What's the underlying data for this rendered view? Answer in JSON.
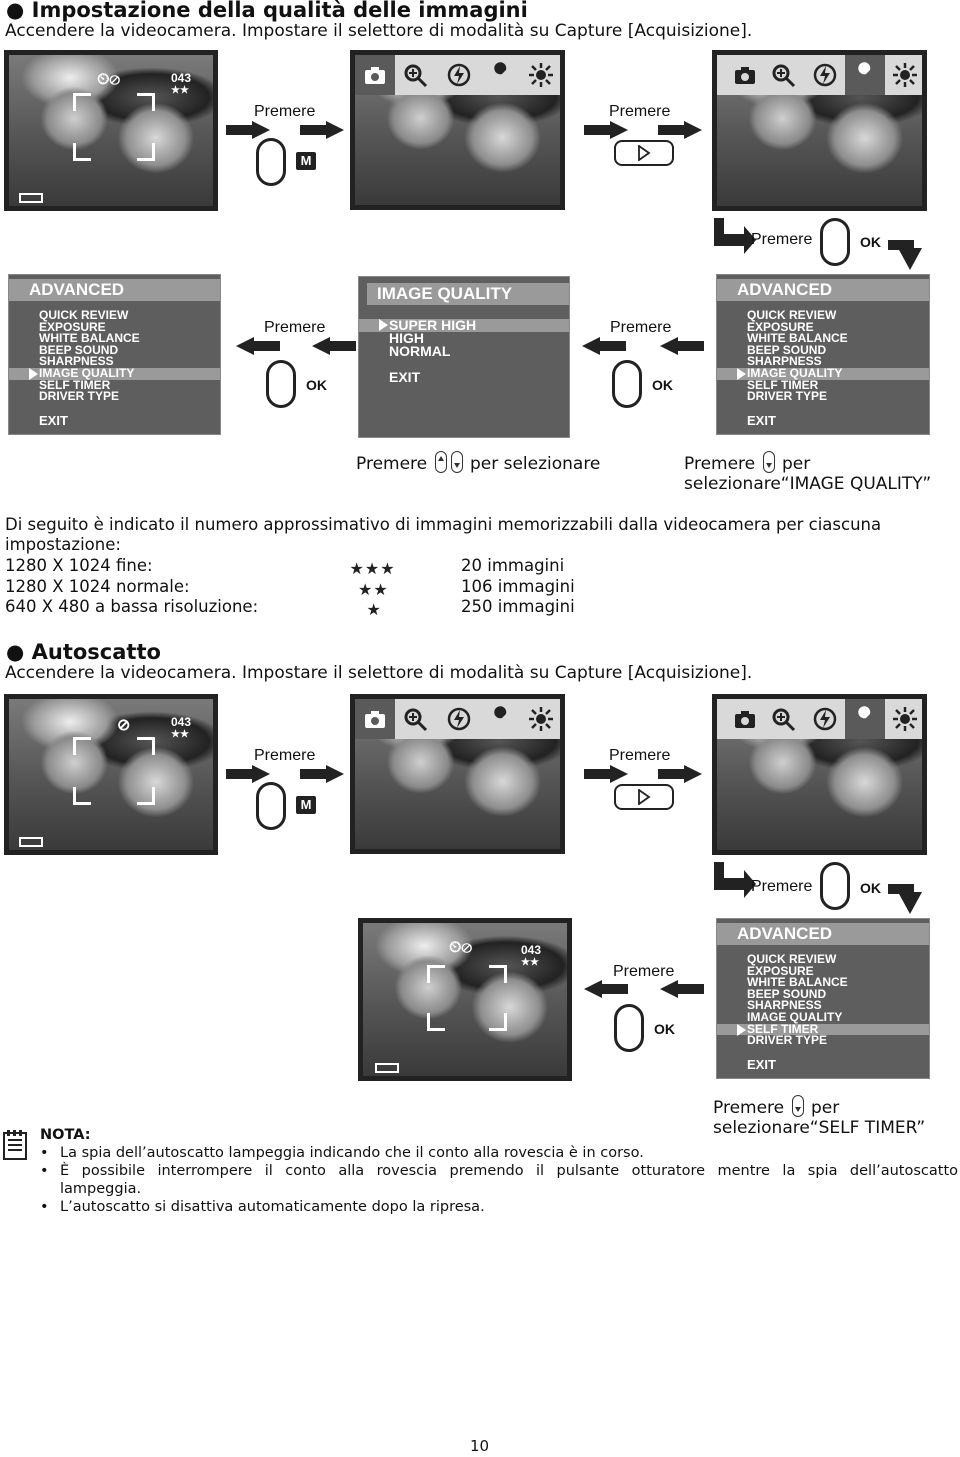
{
  "section1": {
    "heading": "Impostazione della qualità delle immagini",
    "intro": "Accendere la videocamera. Impostare il selettore di modalità su Capture [Acquisizione]."
  },
  "common": {
    "press": "Premere",
    "ok": "OK",
    "m_key": "M",
    "osd_count": "043"
  },
  "menu_advanced": {
    "title": "ADVANCED",
    "items": [
      "QUICK REVIEW",
      "EXPOSURE",
      "WHITE BALANCE",
      "BEEP SOUND",
      "SHARPNESS",
      "IMAGE QUALITY",
      "SELF TIMER",
      "DRIVER TYPE"
    ],
    "exit": "EXIT"
  },
  "menu_quality": {
    "title": "IMAGE QUALITY",
    "items": [
      "SUPER HIGH",
      "HIGH",
      "NORMAL"
    ],
    "exit": "EXIT"
  },
  "captions1": {
    "select": "per selezionare",
    "per": "per",
    "select_iq": "selezionare“IMAGE QUALITY”"
  },
  "table_intro": "Di seguito è indicato il numero approssimativo di immagini memorizzabili dalla videocamera per ciascuna impostazione:",
  "rows": [
    {
      "setting": "1280 X 1024 fine:",
      "stars": 3,
      "count": "20 immagini"
    },
    {
      "setting": "1280 X 1024 normale:",
      "stars": 2,
      "count": "106 immagini"
    },
    {
      "setting": "640 X 480 a bassa risoluzione:",
      "stars": 1,
      "count": "250 immagini"
    }
  ],
  "section2": {
    "heading": "Autoscatto",
    "intro": "Accendere la videocamera. Impostare il selettore di modalità su Capture [Acquisizione]."
  },
  "captions2": {
    "per": "per",
    "select_st": "selezionare“SELF TIMER”"
  },
  "note": {
    "title": "NOTA:",
    "items": [
      "La spia dell’autoscatto lampeggia indicando che il conto alla rovescia è in corso.",
      "È possibile interrompere il conto alla rovescia premendo il pulsante otturatore mentre la spia dell’autoscatto",
      "lampeggia.",
      "L’autoscatto si disattiva automaticamente dopo la ripresa."
    ]
  },
  "page_number": "10"
}
